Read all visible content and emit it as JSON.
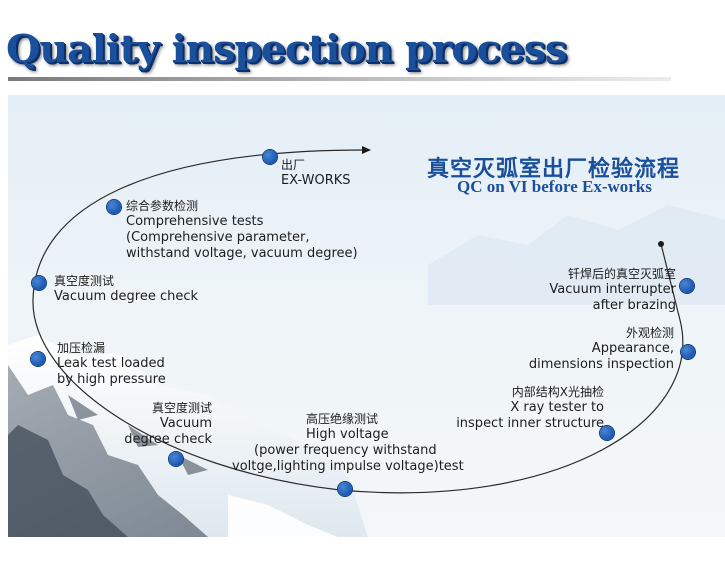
{
  "header": {
    "title": "Quality inspection process"
  },
  "diagram": {
    "title_cn": "真空灭弧室出厂检验流程",
    "title_en": "QC on VI before Ex-works",
    "steps": [
      {
        "cn": "钎焊后的真空灭弧室",
        "en": [
          "Vacuum interrupter",
          "after brazing"
        ]
      },
      {
        "cn": "外观检测",
        "en": [
          "Appearance,",
          "dimensions inspection"
        ]
      },
      {
        "cn": "内部结构X光抽检",
        "en": [
          "X ray tester to",
          "inspect inner structure"
        ]
      },
      {
        "cn": "高压绝缘测试",
        "en": [
          "High voltage",
          "(power frequency withstand",
          "voltge,lighting impulse voltage)test"
        ]
      },
      {
        "cn": "真空度测试",
        "en": [
          "Vacuum",
          "degree check"
        ]
      },
      {
        "cn": "加压检漏",
        "en": [
          "Leak test loaded",
          "by high pressure"
        ]
      },
      {
        "cn": "真空度测试",
        "en": [
          "Vacuum degree check"
        ]
      },
      {
        "cn": "综合参数检测",
        "en": [
          "Comprehensive tests",
          "(Comprehensive parameter,",
          "withstand voltage, vacuum degree)"
        ]
      },
      {
        "cn": "出厂",
        "en": [
          "EX-WORKS"
        ]
      }
    ],
    "colors": {
      "accent": "#1a4f9c",
      "dot": "#1a57b0",
      "line": "#2a2a2a"
    }
  }
}
